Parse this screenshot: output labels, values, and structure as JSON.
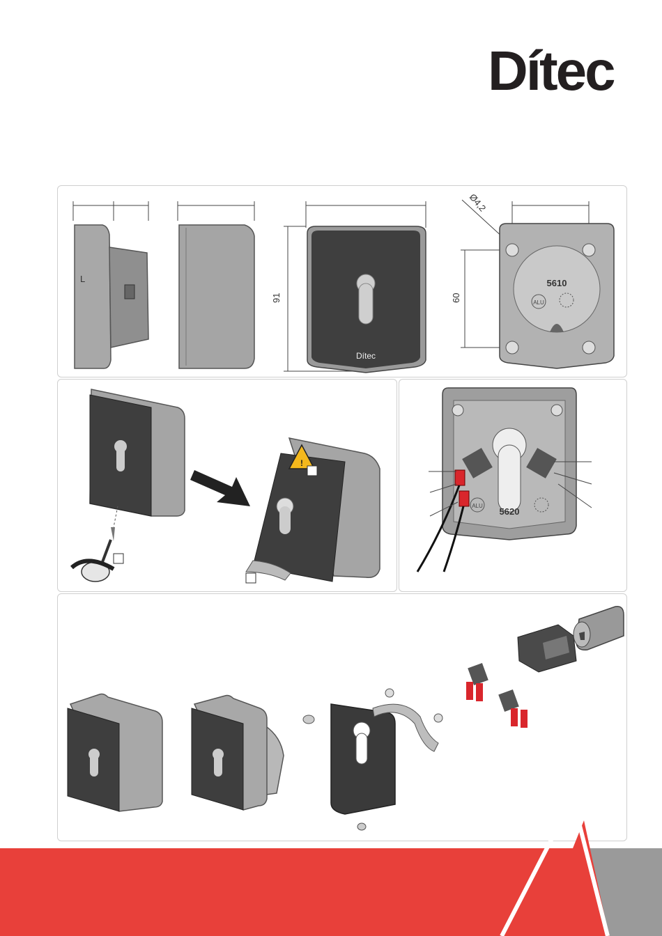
{
  "brand": {
    "name": "Dítec"
  },
  "dimensions": {
    "height": "91",
    "hole_spacing": "60",
    "hole_diameter": "Ø4,2"
  },
  "models": {
    "base_a": "5610",
    "base_b": "5620"
  },
  "markings": {
    "alu": "ALU",
    "brand_small": "Dítec",
    "side_l": "L"
  },
  "colors": {
    "brand_red": "#e8403a",
    "footer_gray": "#9a9a9a",
    "housing": "#9c9c9c",
    "cover": "#404040"
  }
}
